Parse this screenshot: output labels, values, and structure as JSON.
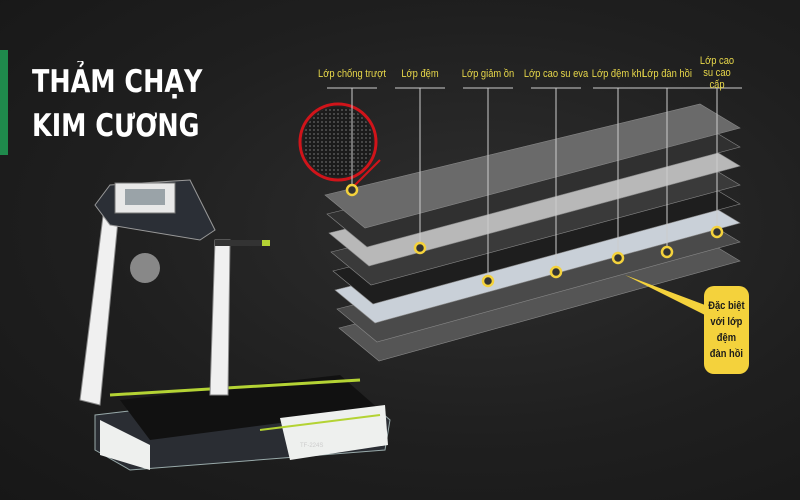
{
  "title": {
    "line1": "THẢM CHẠY",
    "line2": "KIM CƯƠNG"
  },
  "layers": [
    "Lớp chống trượt",
    "Lớp đệm",
    "Lớp giảm ồn",
    "Lớp cao su eva",
    "Lớp đệm khí",
    "Lớp đàn hồi",
    "Lớp cao su cao cấp"
  ],
  "callout": "Đặc biệt\nvới lớp\nđệm\nđàn hồi",
  "product": {
    "model": "TF-224S"
  },
  "colors": {
    "accent": "#1f8a4c",
    "label": "#e8d84a",
    "callout": "#f4d23c",
    "zoom_ring": "#d0141a"
  }
}
